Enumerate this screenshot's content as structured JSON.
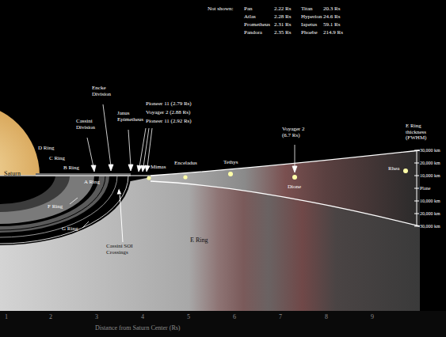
{
  "diagram": {
    "labels": [
      "Not shown:",
      "Pan",
      "2.22 Rs",
      "Atlas",
      "2.28 Rs",
      "Prometheus",
      "2.31 Rs",
      "Pandora",
      "2.35 Rs",
      "Titan",
      "20.3 Rs",
      "Hyperion",
      "24.6 Rs",
      "Iapetus",
      "59.1 Rs",
      "Phoebe",
      "214.9 Rs",
      "Saturn",
      "D Ring",
      "C Ring",
      "B Ring",
      "A Ring",
      "Cassini Division",
      "Encke Division",
      "Janus Epimetheus",
      "Pioneer 11 (2.79 Rs)",
      "Voyager 2 (2.88 Rs)",
      "Pioneer 11 (2.92 Rs)",
      "F Ring",
      "G Ring",
      "Cassini SOI Crossings",
      "E Ring",
      "Mimas",
      "Enceladus",
      "Tethys",
      "Voyager 2 (6.7 Rs)",
      "Dione",
      "Rhea",
      "E Ring thickness (FWHM)",
      "30,000 km",
      "20,000 km",
      "10,000 km",
      "Plane",
      "10,000 km",
      "20,000 km",
      "30,000 km",
      "1",
      "2",
      "3",
      "4",
      "5",
      "6",
      "7",
      "8",
      "9",
      "Distance from Saturn Center (Rs)"
    ]
  }
}
